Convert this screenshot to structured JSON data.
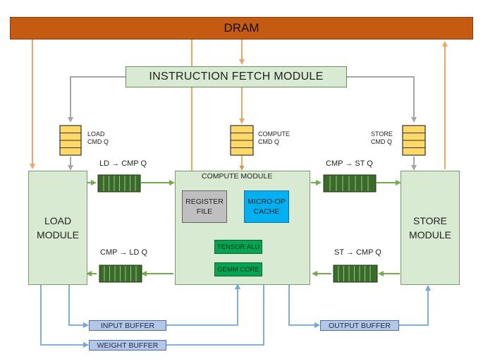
{
  "dram": "DRAM",
  "instruction_fetch": "INSTRUCTION FETCH MODULE",
  "load_cmd_q": [
    "LOAD",
    "CMD Q"
  ],
  "compute_cmd_q": [
    "COMPUTE",
    "CMD Q"
  ],
  "store_cmd_q": [
    "STORE",
    "CMD Q"
  ],
  "load_module": [
    "LOAD",
    "MODULE"
  ],
  "store_module": [
    "STORE",
    "MODULE"
  ],
  "compute_module": "COMPUTE MODULE",
  "register_file": [
    "REGISTER",
    "FILE"
  ],
  "micro_op_cache": [
    "MICRO-OP",
    "CACHE"
  ],
  "tensor_alu": "TENSOR ALU",
  "gemm_core": "GEMM CORE",
  "ld_to_cmp": {
    "from": "LD",
    "to": "CMP Q"
  },
  "cmp_to_ld": {
    "from": "CMP",
    "to": "LD Q"
  },
  "cmp_to_st": {
    "from": "CMP",
    "to": "ST Q"
  },
  "st_to_cmp": {
    "from": "ST",
    "to": "CMP Q"
  },
  "arrow_glyph": "→",
  "input_buffer": "INPUT BUFFER",
  "weight_buffer": "WEIGHT BUFFER",
  "output_buffer": "OUTPUT BUFFER",
  "colors": {
    "dram": "#c55a11",
    "dram_arrow": "#f4a460",
    "module_fill": "#d9ead3",
    "cmd_queue": "#ffd966",
    "dep_queue": "#3a6b2a",
    "register_file": "#bfbfbf",
    "micro_op_cache": "#00b0f0",
    "compute_unit": "#00a651",
    "buffer": "#b4c7e7",
    "buffer_arrow": "#6fa8dc",
    "control_arrow": "#1f3f8f",
    "uop_arrow": "#e02020",
    "green_arrow": "#70ad47",
    "gray_arrow": "#a6a6a6"
  }
}
